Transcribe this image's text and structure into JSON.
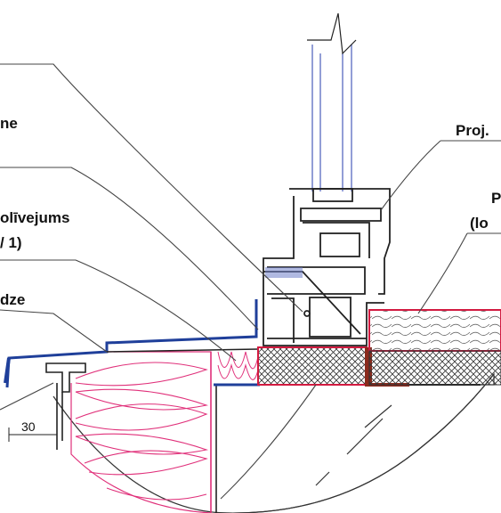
{
  "labels": {
    "fragment_1": "ne",
    "fragment_2": "olīvejums",
    "fragment_3": "/ 1)",
    "fragment_4": "dze",
    "fragment_5": "Proj.",
    "fragment_6": "P",
    "fragment_7": "(lo"
  },
  "dimension": {
    "value": "30"
  },
  "colors": {
    "line": "#222222",
    "blue_flashing": "#1f3f9a",
    "insulation_pink": "#e0307a",
    "seal_red": "#d21a40",
    "sealant_brown": "#8a2a1c",
    "frame_blue": "#6f7fc8"
  }
}
